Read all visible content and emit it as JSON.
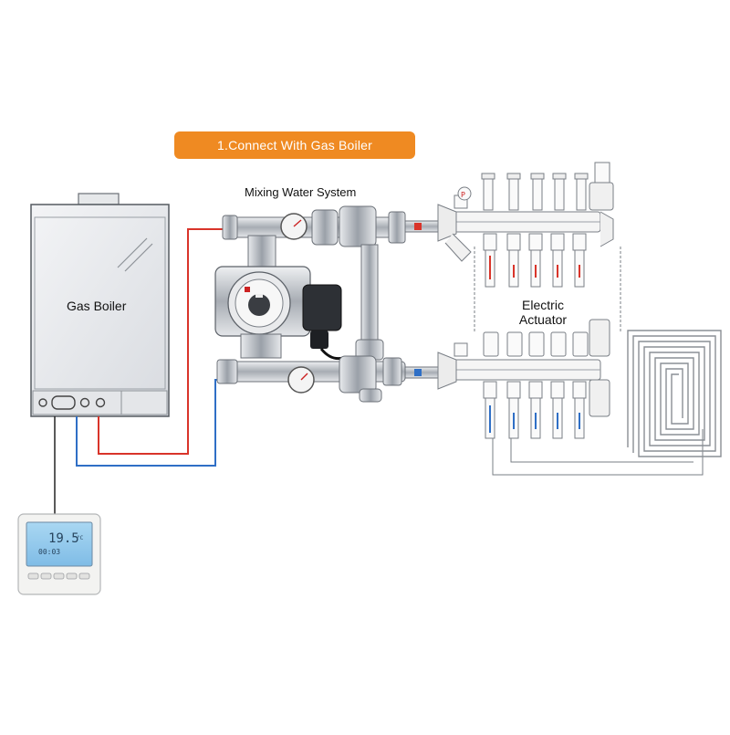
{
  "banner": {
    "label": "1.Connect With Gas Boiler"
  },
  "labels": {
    "mixing_system": "Mixing Water System",
    "gas_boiler": "Gas Boiler",
    "actuator_line1": "Electric",
    "actuator_line2": "Actuator"
  },
  "thermostat": {
    "temperature": "19.5",
    "unit": "°C",
    "clock": "00:03"
  },
  "colors": {
    "banner": "#ef8a22",
    "flow_pipe": "#d9342a",
    "return_pipe": "#2f6fc6",
    "brass": "#b8bcc2"
  }
}
